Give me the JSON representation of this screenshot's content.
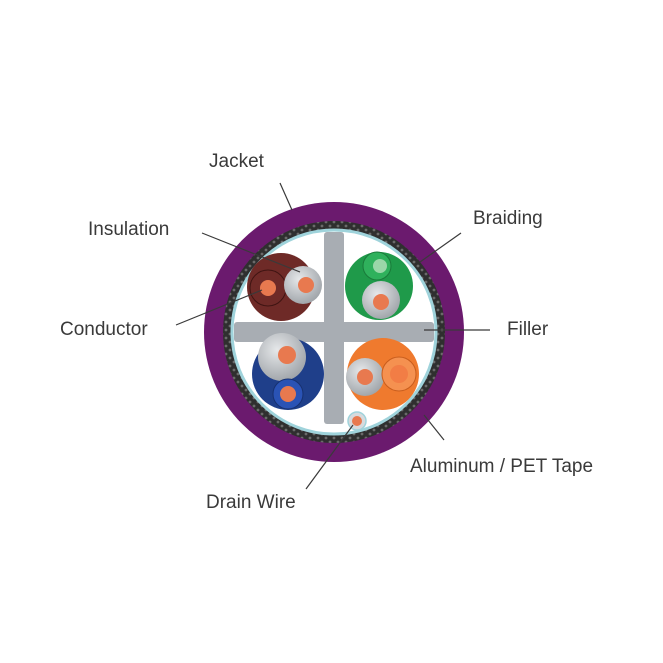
{
  "diagram": {
    "labels": {
      "jacket": "Jacket",
      "insulation": "Insulation",
      "braiding": "Braiding",
      "conductor": "Conductor",
      "filler": "Filler",
      "aluminum_pet_tape": "Aluminum / PET Tape",
      "drain_wire": "Drain Wire"
    },
    "colors": {
      "jacket": "#6b1a6e",
      "braiding": "#3b3b3b",
      "tape": "#9fd3db",
      "filler": "#a8adb3",
      "insulation": "#b7bcc1",
      "conductor": "#e8794f",
      "pair_brown": "#6e2a27",
      "pair_green": "#1f9a4a",
      "pair_blue": "#1f3f8a",
      "pair_orange": "#ef7a2e"
    }
  }
}
